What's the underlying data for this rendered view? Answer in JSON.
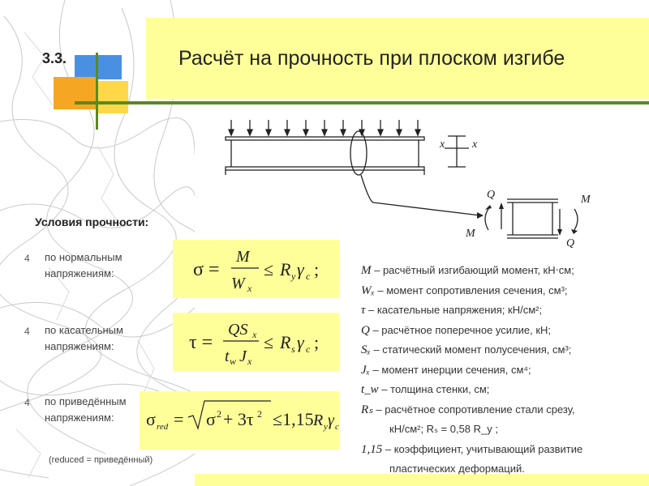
{
  "slide": {
    "number": "3.3.",
    "title": "Расчёт на прочность при плоском изгибе"
  },
  "conditions": {
    "heading": "Условия прочности:",
    "bullet": "4",
    "items": [
      {
        "label": "по нормальным напряжениям:",
        "formula": "σ = M / W_x ≤ R_y γ_c ;"
      },
      {
        "label": "по касательным напряжениям:",
        "formula": "τ = Q S_x / (t_w J_x) ≤ R_s γ_c ;"
      },
      {
        "label": "по приведённым напряжениям:",
        "formula": "σ_red = √(σ² + 3τ²) ≤ 1,15 R_y γ_c ;"
      }
    ],
    "note": "(reduced = приведённый)"
  },
  "diagram": {
    "section_axis_left": "x",
    "section_axis_right": "x",
    "moment_left": "M",
    "moment_right": "M",
    "shear_top": "Q",
    "shear_bottom": "Q"
  },
  "legend": [
    {
      "sym": "M",
      "text": " – расчётный изгибающий момент, кН⋅см;"
    },
    {
      "sym": "Wₓ",
      "text": " – момент сопротивления сечения, см³;"
    },
    {
      "sym": "τ",
      "text": " – касательные напряжения; кН/см²;"
    },
    {
      "sym": "Q",
      "text": " – расчётное поперечное усилие, кН;"
    },
    {
      "sym": "Sₓ",
      "text": " – статический момент полусечения, см³;"
    },
    {
      "sym": "Jₓ",
      "text": " – момент инерции сечения, см⁴;"
    },
    {
      "sym": "t_w",
      "text": " – толщина стенки, см;"
    },
    {
      "sym": "Rₛ",
      "text": " – расчётное сопротивление стали срезу,"
    },
    {
      "sym": "",
      "text": "кН/см²; Rₛ = 0,58 R_y ;"
    },
    {
      "sym": "1,15",
      "text": " – коэффициент, учитывающий развитие"
    },
    {
      "sym": "",
      "text": "пластических деформаций."
    }
  ],
  "colors": {
    "band": "#ffff99",
    "accent_green": "#5a8a1e",
    "square_blue": "#4a90e2",
    "square_orange": "#f5a623",
    "square_yellow": "#ffd84a"
  }
}
